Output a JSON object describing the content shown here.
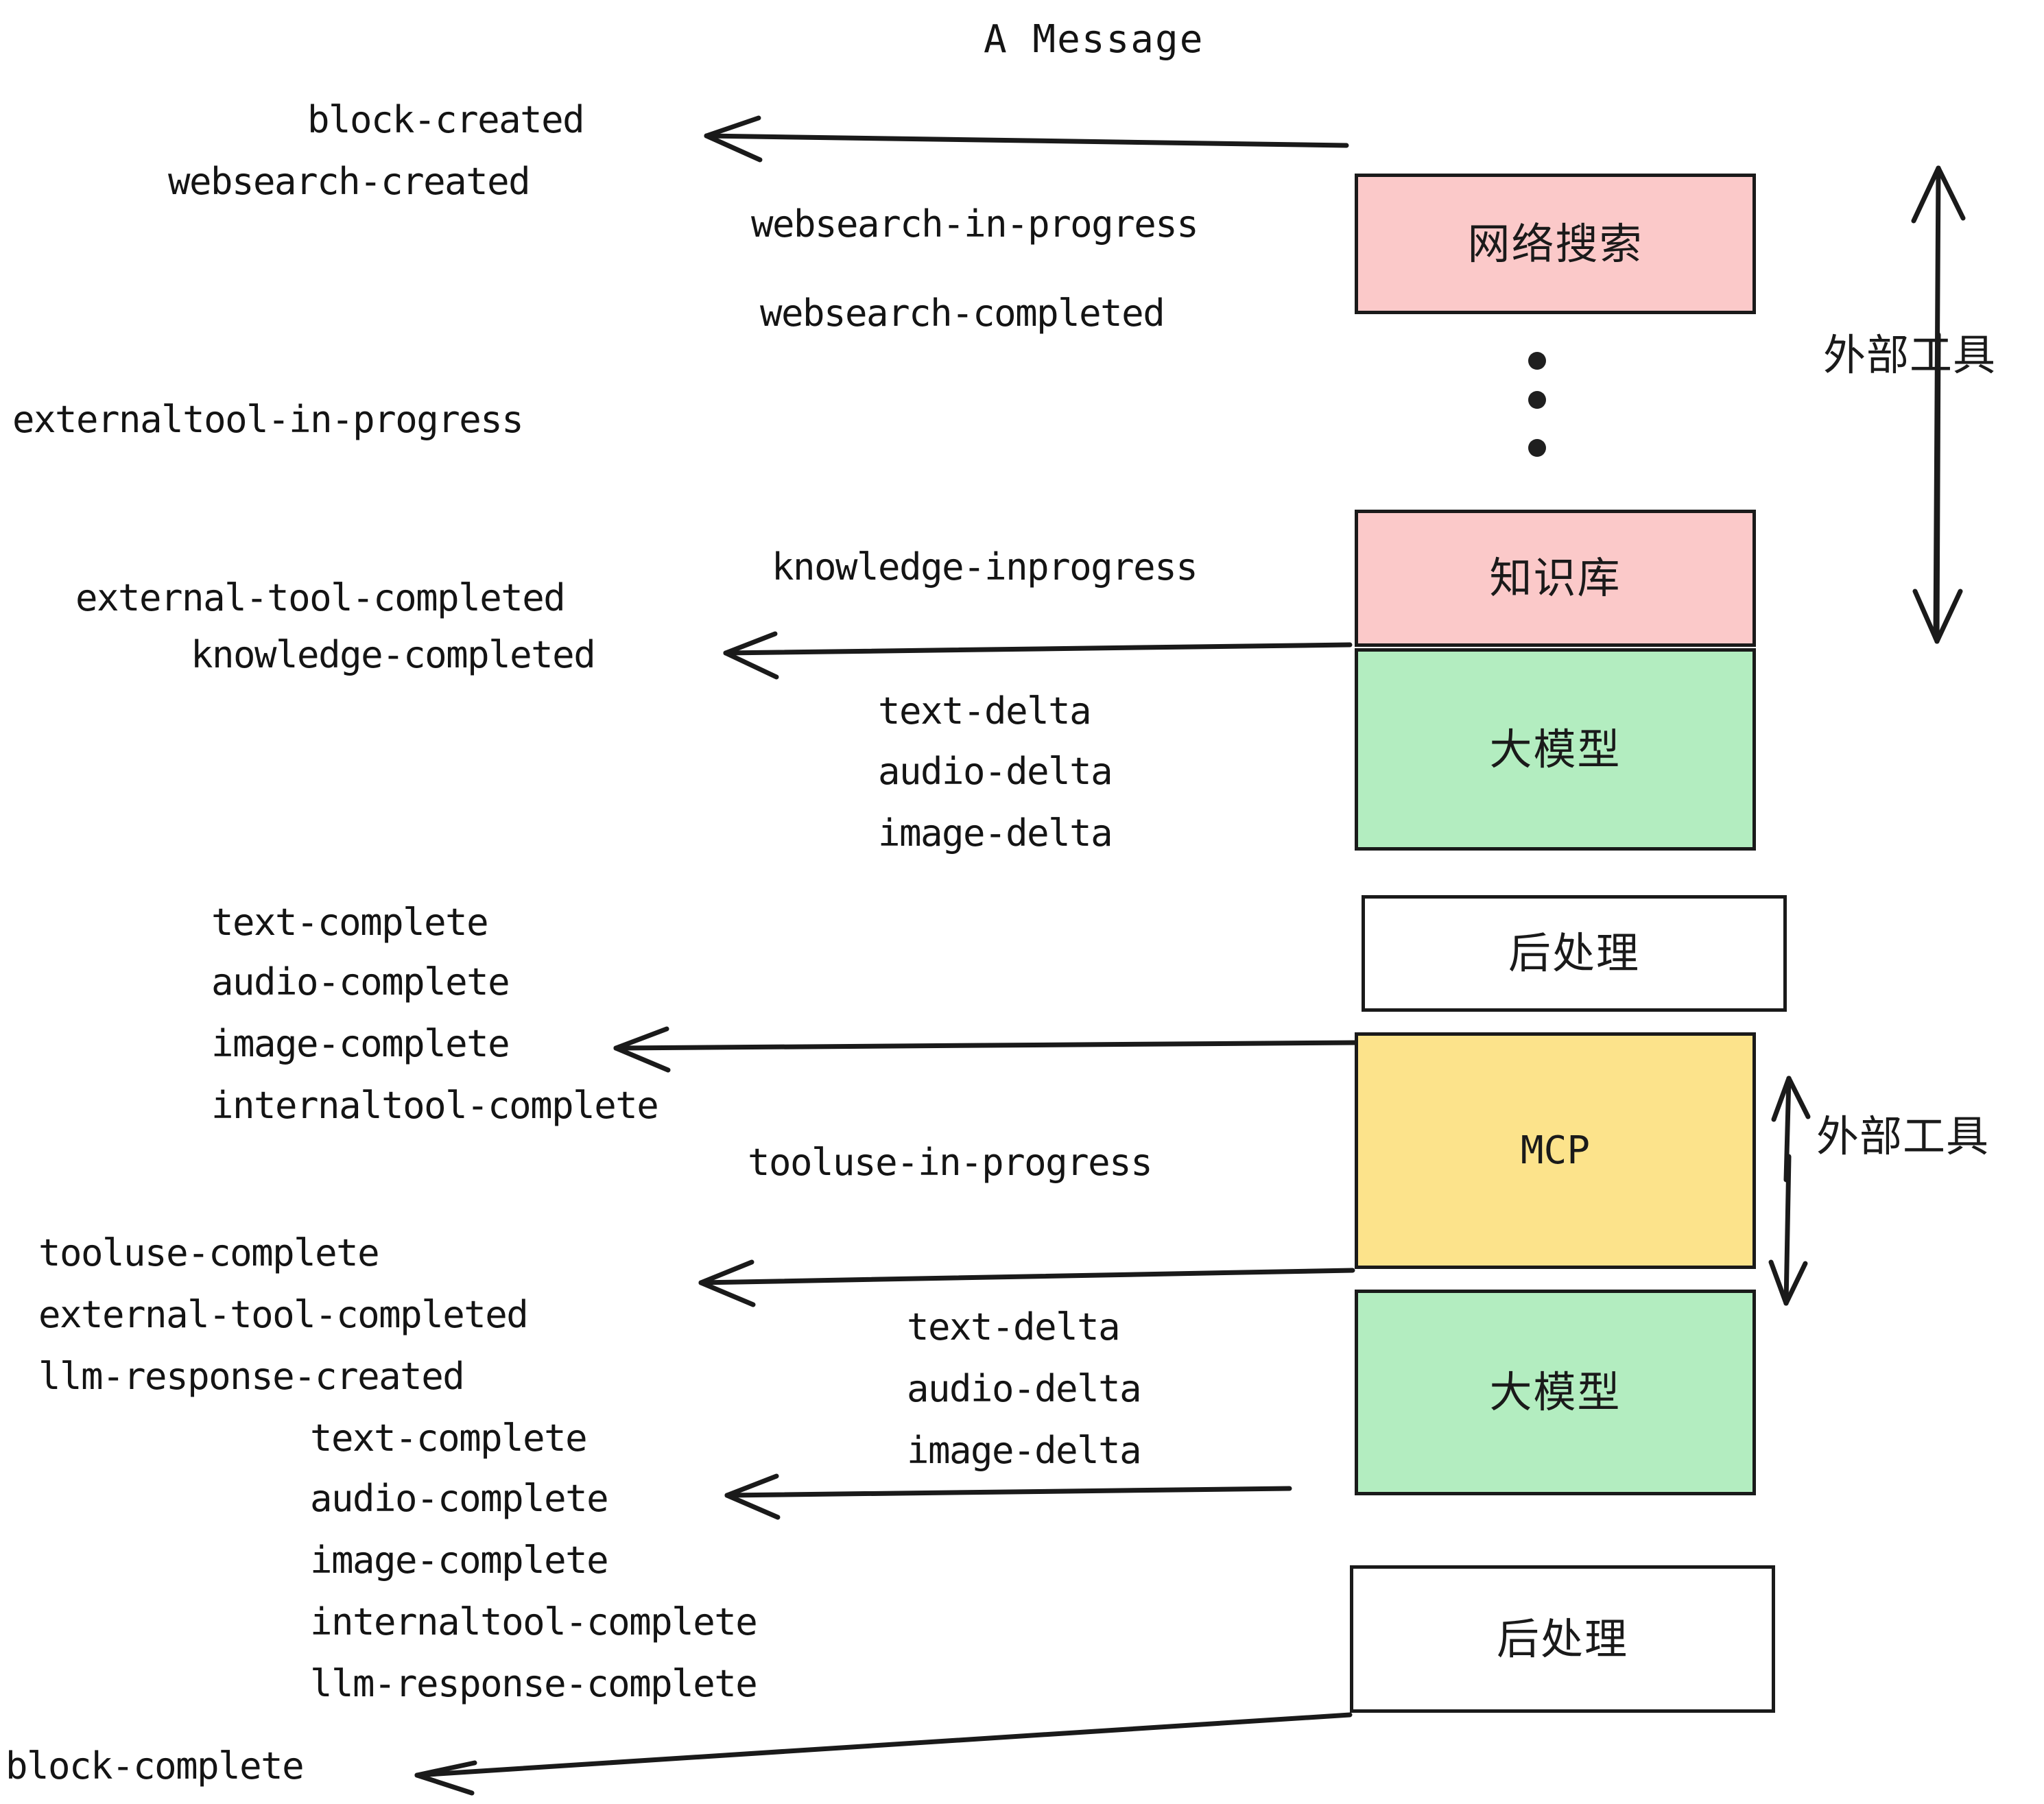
{
  "title": "A Message",
  "nodes": [
    {
      "id": "websearch",
      "label": "网络搜索",
      "color": "#FBC9C9",
      "kind": "cjk"
    },
    {
      "id": "knowledge",
      "label": "知识库",
      "color": "#FBC9C9",
      "kind": "cjk"
    },
    {
      "id": "llm1",
      "label": "大模型",
      "color": "#B3EDC0",
      "kind": "cjk"
    },
    {
      "id": "post1",
      "label": "后处理",
      "color": "#FFFFFF",
      "kind": "cjk"
    },
    {
      "id": "mcp",
      "label": "MCP",
      "color": "#FCE38B",
      "kind": "mono"
    },
    {
      "id": "llm2",
      "label": "大模型",
      "color": "#B3EDC0",
      "kind": "cjk"
    },
    {
      "id": "post2",
      "label": "后处理",
      "color": "#FFFFFF",
      "kind": "cjk"
    }
  ],
  "side_labels": [
    {
      "id": "external-tools-top",
      "text": "外部工具"
    },
    {
      "id": "external-tools-bottom",
      "text": "外部工具"
    }
  ],
  "events": [
    {
      "id": "block-created",
      "text": "block-created"
    },
    {
      "id": "websearch-created",
      "text": "websearch-created"
    },
    {
      "id": "websearch-in-progress",
      "text": "websearch-in-progress"
    },
    {
      "id": "websearch-completed",
      "text": "websearch-completed"
    },
    {
      "id": "externaltool-in-progress",
      "text": "externaltool-in-progress"
    },
    {
      "id": "knowledge-inprogress",
      "text": "knowledge-inprogress"
    },
    {
      "id": "external-tool-completed-1",
      "text": "external-tool-completed"
    },
    {
      "id": "knowledge-completed",
      "text": "knowledge-completed"
    },
    {
      "id": "text-delta-1",
      "text": "text-delta"
    },
    {
      "id": "audio-delta-1",
      "text": "audio-delta"
    },
    {
      "id": "image-delta-1",
      "text": "image-delta"
    },
    {
      "id": "text-complete-1",
      "text": "text-complete"
    },
    {
      "id": "audio-complete-1",
      "text": "audio-complete"
    },
    {
      "id": "image-complete-1",
      "text": "image-complete"
    },
    {
      "id": "internaltool-complete-1",
      "text": "internaltool-complete"
    },
    {
      "id": "tooluse-in-progress",
      "text": "tooluse-in-progress"
    },
    {
      "id": "tooluse-complete",
      "text": "tooluse-complete"
    },
    {
      "id": "external-tool-completed-2",
      "text": "external-tool-completed"
    },
    {
      "id": "llm-response-created",
      "text": "llm-response-created"
    },
    {
      "id": "text-delta-2",
      "text": "text-delta"
    },
    {
      "id": "audio-delta-2",
      "text": "audio-delta"
    },
    {
      "id": "image-delta-2",
      "text": "image-delta"
    },
    {
      "id": "text-complete-2",
      "text": "text-complete"
    },
    {
      "id": "audio-complete-2",
      "text": "audio-complete"
    },
    {
      "id": "image-complete-2",
      "text": "image-complete"
    },
    {
      "id": "internaltool-complete-2",
      "text": "internaltool-complete"
    },
    {
      "id": "llm-response-complete",
      "text": "llm-response-complete"
    },
    {
      "id": "block-complete",
      "text": "block-complete"
    }
  ],
  "colors": {
    "pink": "#FBC9C9",
    "green": "#B3EDC0",
    "yellow": "#FCE38B",
    "white": "#FFFFFF",
    "stroke": "#1a1a1a",
    "text": "#141414"
  }
}
